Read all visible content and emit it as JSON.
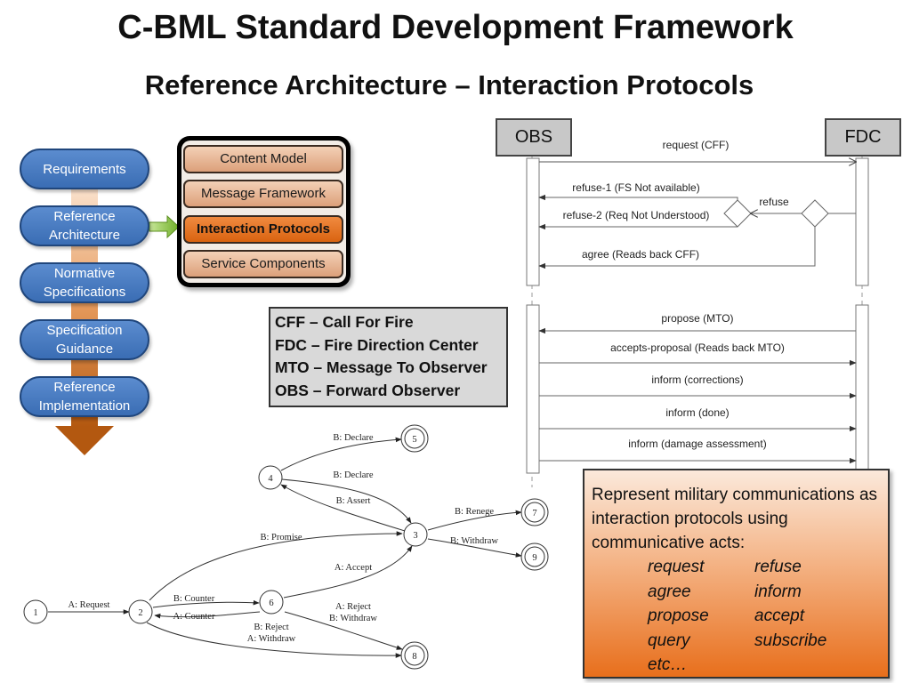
{
  "title": "C-BML Standard Development Framework",
  "subtitle": "Reference Architecture – Interaction Protocols",
  "process_steps": [
    "Requirements",
    "Reference\nArchitecture",
    "Normative\nSpecifications",
    "Specification\nGuidance",
    "Reference\nImplementation"
  ],
  "architecture_components": [
    {
      "label": "Content Model",
      "active": false
    },
    {
      "label": "Message Framework",
      "active": false
    },
    {
      "label": "Interaction Protocols",
      "active": true
    },
    {
      "label": "Service Components",
      "active": false
    }
  ],
  "abbreviations": [
    "CFF – Call For Fire",
    "FDC – Fire Direction Center",
    "MTO – Message To Observer",
    "OBS – Forward Observer"
  ],
  "sequence": {
    "actors": [
      "OBS",
      "FDC"
    ],
    "messages": [
      "request (CFF)",
      "refuse-1 (FS Not available)",
      "refuse-2 (Req Not Understood)",
      "refuse",
      "agree (Reads back CFF)",
      "propose (MTO)",
      "accepts-proposal (Reads back MTO)",
      "inform (corrections)",
      "inform (done)",
      "inform (damage assessment)"
    ]
  },
  "state_machine": {
    "states": [
      "1",
      "2",
      "3",
      "4",
      "5",
      "6",
      "7",
      "8",
      "9"
    ],
    "transitions": [
      "A: Request",
      "B: Promise",
      "B: Counter",
      "A: Counter",
      "B: Reject",
      "A: Withdraw",
      "A: Accept",
      "B: Declare",
      "B: Declare",
      "B: Assert",
      "B: Renege",
      "B: Withdraw",
      "A: Reject",
      "B: Withdraw"
    ]
  },
  "note": {
    "text": "Represent military communications as interaction protocols using communicative acts:",
    "acts": [
      "request",
      "refuse",
      "agree",
      "inform",
      "propose",
      "accept",
      "query",
      "subscribe",
      "etc…"
    ]
  },
  "colors": {
    "step_blue": "#3a6db4",
    "component_orange": "#dca07a",
    "active_orange": "#e8741e",
    "arrow_green": "#7cc12e"
  }
}
